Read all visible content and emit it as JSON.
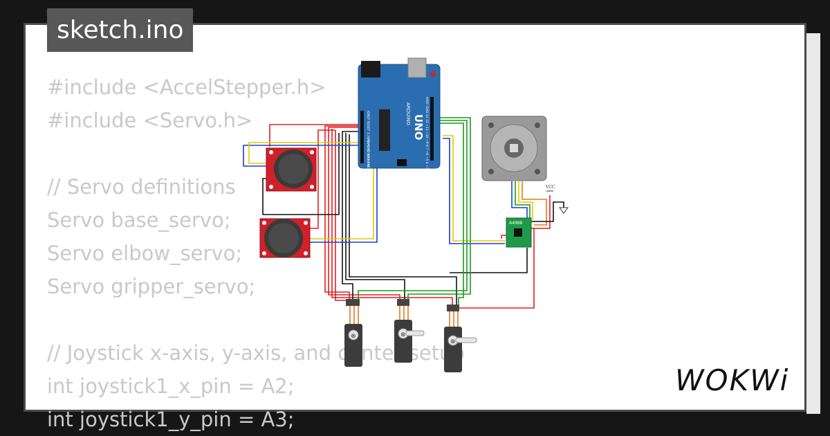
{
  "tab": {
    "label": "sketch.ino"
  },
  "code_lines": [
    "#include <AccelStepper.h>",
    "#include <Servo.h>",
    "",
    "// Servo definitions",
    "Servo base_servo;",
    "Servo elbow_servo;",
    "Servo gripper_servo;",
    "",
    "// Joystick x-axis, y-axis, and center setup",
    "int joystick1_x_pin = A2;",
    "int joystick1_y_pin = A3;"
  ],
  "board": {
    "name": "UNO",
    "brand": "ARDUINO",
    "power_pins": "IOREF RESET 3.3V 5V GND GND VIN",
    "analog_pins": "A0 A1 A2 A3 A4 A5",
    "digital_pins": "AREF GND 13 12 ~11 ~10 ~9 8 7 ~6 ~5 4 ~3 2 TX 1 RX 0"
  },
  "driver": {
    "label": "A4988"
  },
  "power": {
    "vcc_label": "VCC"
  },
  "brand": {
    "logo": "WOKWi"
  },
  "colors": {
    "background": "#161616",
    "tab_bg": "#575757",
    "code_text": "#c9c9c9",
    "board_blue": "#2a6db0",
    "joystick_red": "#d0202a",
    "driver_green": "#1f9a4a",
    "wire_red": "#e02020",
    "wire_black": "#111111",
    "wire_blue": "#1a3fd0",
    "wire_yellow": "#e6c800",
    "wire_green": "#1a9a1a",
    "wire_orange": "#e07b1a"
  }
}
